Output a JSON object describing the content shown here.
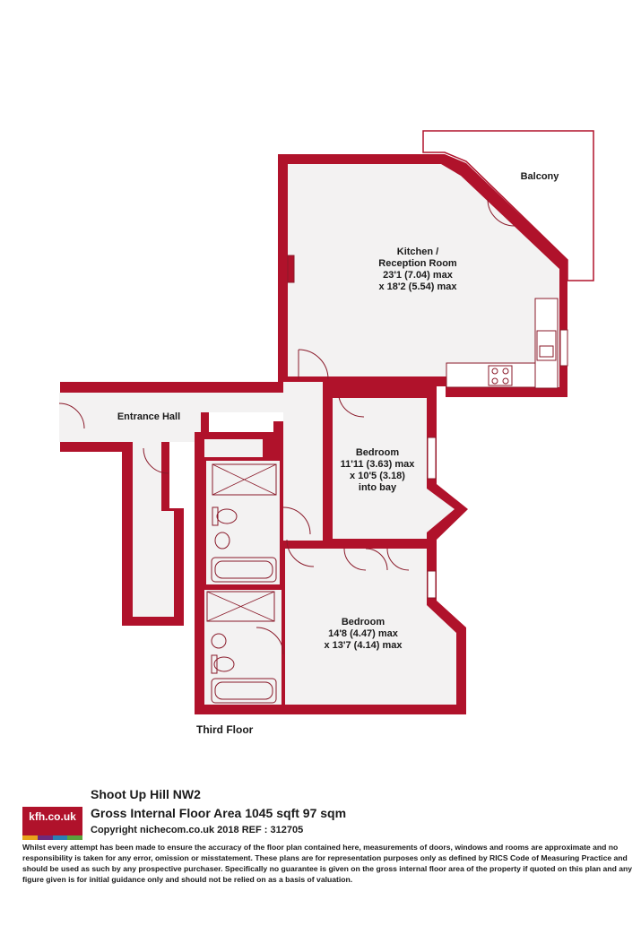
{
  "colors": {
    "wall": "#b0122b",
    "floor": "#f3f2f2",
    "fixture_line": "#8a1a2a",
    "text": "#1a1a1a",
    "logo_strip": [
      "#e8a21b",
      "#6d2b7c",
      "#2a7fb3",
      "#5aa23c"
    ]
  },
  "rooms": {
    "kitchen": {
      "name": "Kitchen /",
      "name2": "Reception Room",
      "dim1": "23'1 (7.04) max",
      "dim2": "x 18'2 (5.54) max"
    },
    "balcony": {
      "name": "Balcony"
    },
    "entrance_hall": {
      "name": "Entrance Hall"
    },
    "bedroom1": {
      "name": "Bedroom",
      "dim1": "11'11 (3.63) max",
      "dim2": "x 10'5 (3.18)",
      "dim3": "into bay"
    },
    "bedroom2": {
      "name": "Bedroom",
      "dim1": "14'8 (4.47) max",
      "dim2": "x 13'7 (4.14) max"
    }
  },
  "floor_label": "Third Floor",
  "footer": {
    "logo": "kfh.co.uk",
    "title": "Shoot Up Hill  NW2",
    "area": "Gross Internal Floor Area 1045 sqft 97 sqm",
    "copyright": "Copyright nichecom.co.uk 2018 REF : 312705",
    "disclaimer": "Whilst every attempt has been made to ensure the accuracy of the floor plan contained here, measurements of doors, windows and rooms are approximate and no responsibility is taken for any error, omission or misstatement.  These plans are for representation purposes only as defined by RICS Code of Measuring Practice and should be used as such by any prospective purchaser.  Specifically no guarantee is given on the gross internal floor area of the property if quoted on this plan and any figure given is for initial guidance only and should not be relied on as a basis of valuation."
  }
}
